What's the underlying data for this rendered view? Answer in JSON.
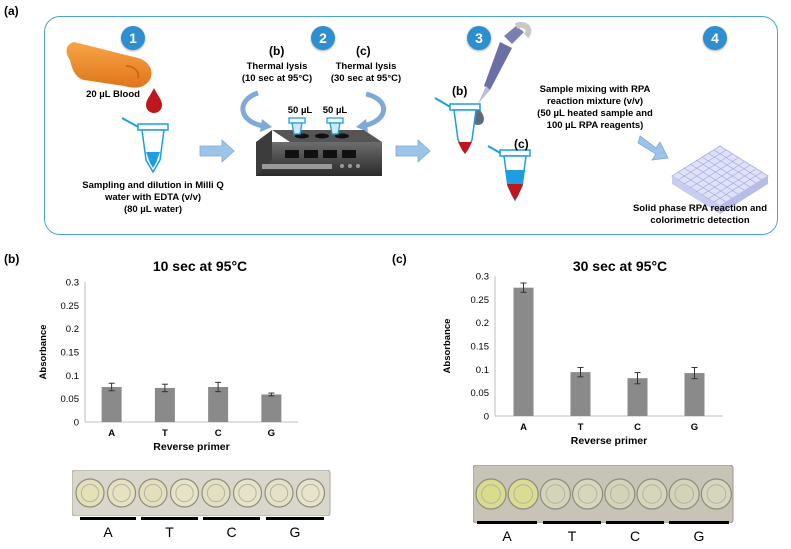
{
  "panel_a": {
    "label": "(a)",
    "steps": [
      "1",
      "2",
      "3",
      "4"
    ],
    "sampling_label": "20 µL Blood",
    "sampling_text": [
      "Sampling and dilution in Milli Q",
      "water with EDTA (v/v)",
      "(80 µL water)"
    ],
    "lysis_b_tag": "(b)",
    "lysis_b_text": [
      "Thermal lysis",
      "(10 sec at 95°C)"
    ],
    "lysis_c_tag": "(c)",
    "lysis_c_text": [
      "Thermal lysis",
      "(30 sec at 95°C)"
    ],
    "vol_label_1": "50 µL",
    "vol_label_2": "50 µL",
    "mix_b_tag": "(b)",
    "mix_c_tag": "(c)",
    "mix_text": [
      "Sample mixing with RPA",
      "reaction mixture (v/v)",
      "(50 µL heated sample and",
      "100 µL RPA reagents)"
    ],
    "detect_text": [
      "Solid phase RPA reaction and",
      "colorimetric detection"
    ]
  },
  "panel_b": {
    "label": "(b)",
    "strip_labels": [
      "A",
      "T",
      "C",
      "G"
    ]
  },
  "panel_c": {
    "label": "(c)",
    "strip_labels": [
      "A",
      "T",
      "C",
      "G"
    ]
  },
  "colors": {
    "bar": "#8a8a8a",
    "step_badge": "#2e8fd0",
    "box_border": "#4aa3d8",
    "arrow": "#9cc3e8",
    "blood": "#c0161e",
    "tube": "#1e9ee0",
    "finger": "#f08a24"
  },
  "chart_data": [
    {
      "type": "bar",
      "title": "10 sec at 95°C",
      "xlabel": "Reverse primer",
      "ylabel": "Absorbance",
      "categories": [
        "A",
        "T",
        "C",
        "G"
      ],
      "values": [
        0.075,
        0.073,
        0.075,
        0.059
      ],
      "errors": [
        0.008,
        0.008,
        0.01,
        0.003
      ],
      "ylim": [
        0,
        0.3
      ],
      "yticks": [
        "0",
        "0.05",
        "0.1",
        "0.15",
        "0.2",
        "0.25",
        "0.3"
      ],
      "grid": false
    },
    {
      "type": "bar",
      "title": "30 sec at 95°C",
      "xlabel": "Reverse primer",
      "ylabel": "Absorbance",
      "categories": [
        "A",
        "T",
        "C",
        "G"
      ],
      "values": [
        0.275,
        0.094,
        0.081,
        0.092
      ],
      "errors": [
        0.01,
        0.01,
        0.012,
        0.012
      ],
      "ylim": [
        0,
        0.3
      ],
      "yticks": [
        "0",
        "0.05",
        "0.1",
        "0.15",
        "0.2",
        "0.25",
        "0.3"
      ],
      "grid": false
    }
  ]
}
